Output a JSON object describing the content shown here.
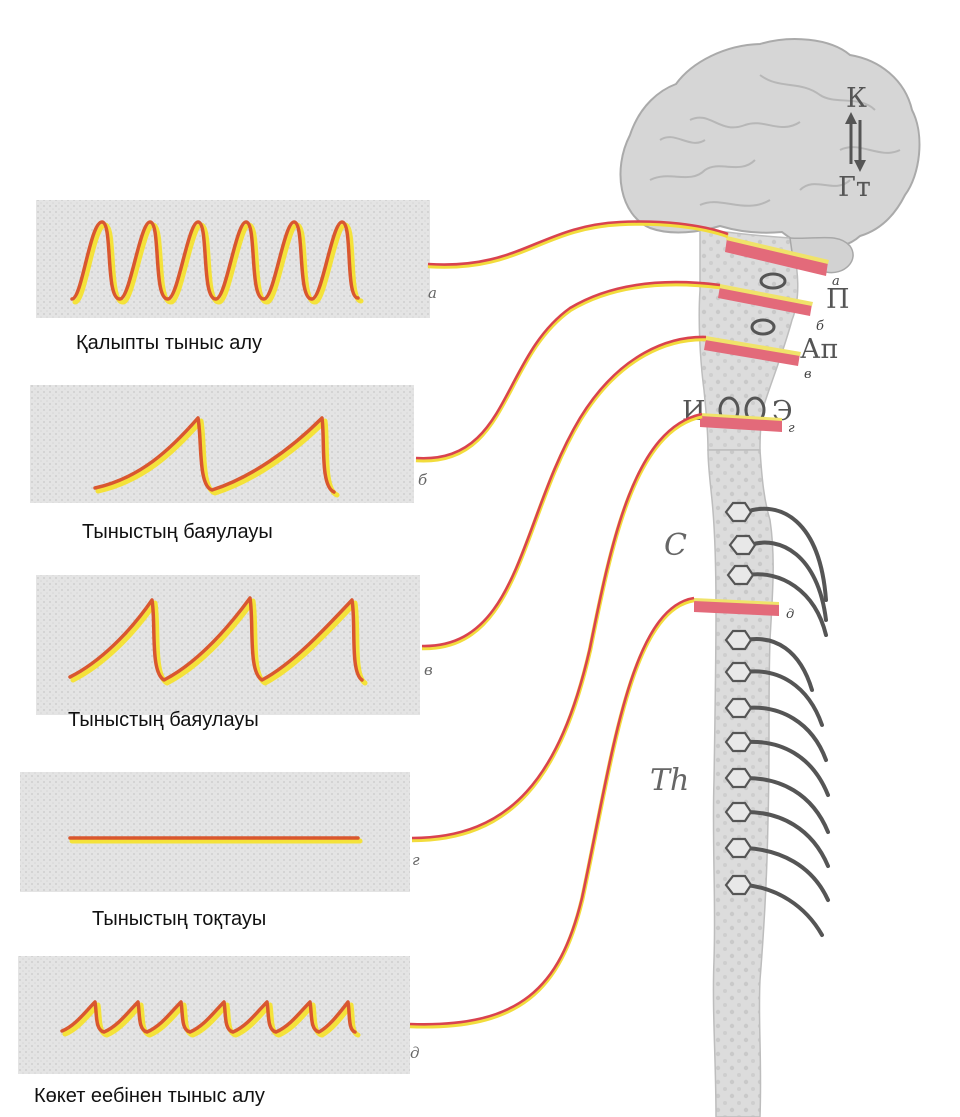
{
  "panels": [
    {
      "caption": "Қалыпты тыныс алу",
      "letter": "а"
    },
    {
      "caption": "Тыныстың баяулауы",
      "letter": "б"
    },
    {
      "caption": "Тыныстың баяулауы",
      "letter": "в"
    },
    {
      "caption": "Тыныстың тоқтауы",
      "letter": "г"
    },
    {
      "caption": "Көкет еебінен тыныс алу",
      "letter": "д"
    }
  ],
  "brain": {
    "label_top": "К",
    "label_bottom": "Гт"
  },
  "section_letters": [
    "а",
    "б",
    "в",
    "г",
    "д"
  ],
  "region_labels": {
    "pons": "П",
    "apneustic": "Ап",
    "insp": "И",
    "exp": "Э",
    "cervical": "C",
    "thoracic": "Th"
  },
  "colors": {
    "trace_red": "#d9572f",
    "trace_yellow": "#f4e23a",
    "cut_pink": "#e36a7a",
    "nerve_gray": "#555555",
    "panel_bg": "#e6e6e6"
  }
}
